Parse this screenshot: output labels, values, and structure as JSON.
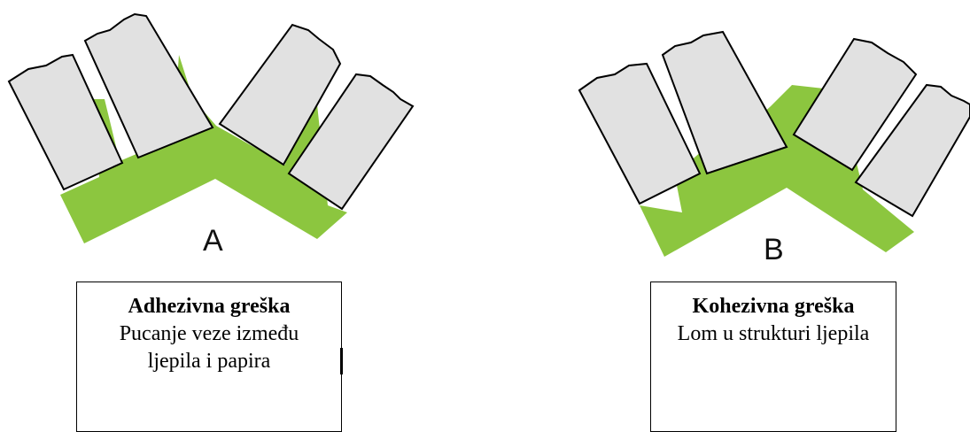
{
  "diagram": {
    "panel_a": {
      "letter": "A",
      "caption_title": "Adhezivna greška",
      "caption_text": "Pucanje veze između ljepila i papira"
    },
    "panel_b": {
      "letter": "B",
      "caption_title": "Kohezivna greška",
      "caption_text": "Lom u strukturi ljepila"
    }
  },
  "colors": {
    "adhesive": "#8cc63f",
    "paper": "#e1e1e1",
    "outline": "#000000"
  }
}
